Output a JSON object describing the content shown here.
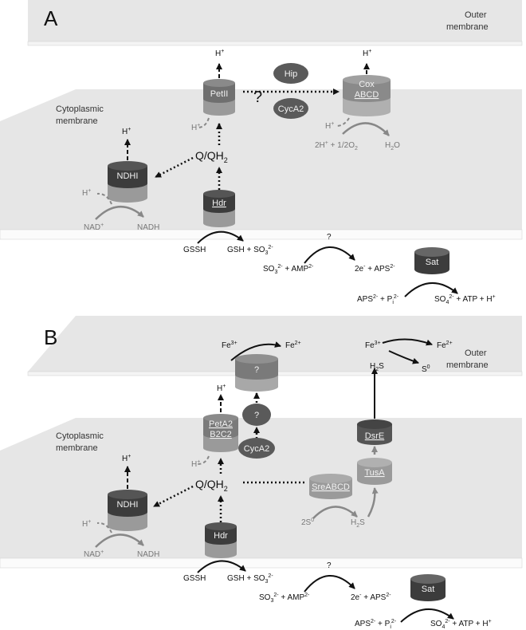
{
  "panel_a": {
    "letter": "A",
    "outer_membrane": "Outer membrane",
    "cyto_membrane": "Cytoplasmic membrane",
    "proteins": {
      "petii": "PetII",
      "hip": "Hip",
      "cyca2": "CycA2",
      "cox_line1": "Cox",
      "cox_line2": "ABCD",
      "ndhi": "NDHI",
      "hdr": "Hdr",
      "sat": "Sat"
    },
    "labels": {
      "h_plus": "H+",
      "question": "?",
      "oxygen_reaction": "2H+ + 1/2O2",
      "water": "H2O",
      "quinone": "Q/QH2",
      "nad": "NAD+",
      "nadh": "NADH",
      "gssh": "GSSH",
      "gsh_sulfite": "GSH + SO32-",
      "sulfite_amp": "SO32- + AMP2-",
      "aps_product": "2e- + APS2-",
      "aps_pi": "APS2- + Pi2-",
      "sulfate_atp": "SO42- + ATP + H+"
    }
  },
  "panel_b": {
    "letter": "B",
    "outer_membrane": "Outer membrane",
    "cyto_membrane": "Cytoplasmic membrane",
    "proteins": {
      "unknown_om": "?",
      "unknown_peri": "?",
      "peta_line1": "PetA2",
      "peta_line2": "B2C2",
      "cyca2": "CycA2",
      "dsre": "DsrE",
      "tusa": "TusA",
      "sre": "SreABCD",
      "ndhi": "NDHI",
      "hdr": "Hdr",
      "sat": "Sat"
    },
    "labels": {
      "fe3": "Fe3+",
      "fe2": "Fe2+",
      "h2s": "H2S",
      "s0": "S0",
      "two_s0": "2S0",
      "h_plus": "H+",
      "question": "?",
      "quinone": "Q/QH2",
      "nad": "NAD+",
      "nadh": "NADH",
      "gssh": "GSSH",
      "gsh_sulfite": "GSH + SO32-",
      "sulfite_amp": "SO32- + AMP2-",
      "aps_product": "2e- + APS2-",
      "aps_pi": "APS2- + Pi2-",
      "sulfate_atp": "SO42- + ATP + H+"
    }
  }
}
